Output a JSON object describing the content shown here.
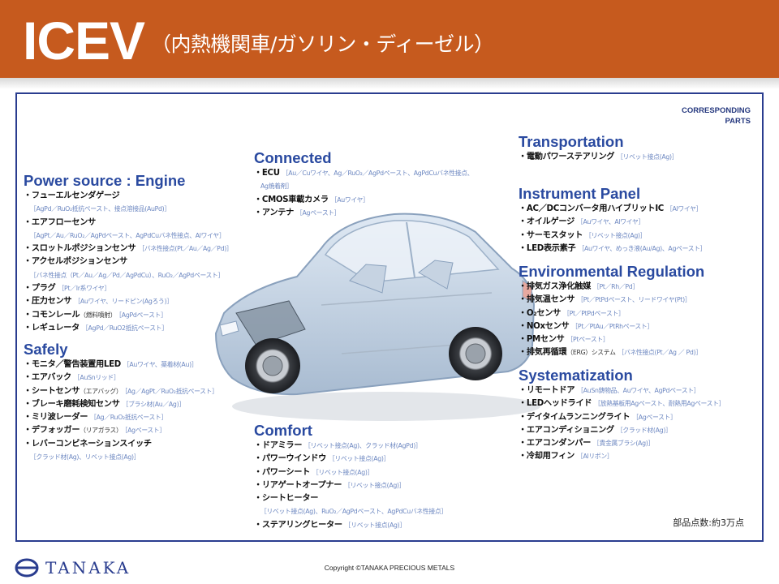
{
  "header": {
    "title_main": "ICEV",
    "title_sub": "（内熱機関車/ガソリン・ディーゼル）"
  },
  "corresponding_parts": [
    "CORRESPONDING",
    "PARTS"
  ],
  "sections": {
    "power": {
      "title": "Power source : Engine",
      "items": [
        {
          "item": "・フューエルセンダゲージ",
          "note": ""
        },
        {
          "sub": "［AgPd／RuO₂抵抗ペースト、接点溶接品(AuPd)］"
        },
        {
          "item": "・エアフローセンサ",
          "note": ""
        },
        {
          "sub": "［AgPt／Au／RuO₂／AgPdペースト、AgPdCuバネ性接点、Alワイヤ］"
        },
        {
          "item": "・スロットルポジションセンサ",
          "note": "［バネ性接点(Pt／Au／Ag／Pd)］"
        },
        {
          "item": "・アクセルポジションセンサ",
          "note": ""
        },
        {
          "sub": "［バネ性接点（Pt／Au／Ag／Pd／AgPdCu）、RuO₂／AgPdペースト］"
        },
        {
          "item": "・プラグ",
          "note": "［Pt／Ir系ワイヤ］"
        },
        {
          "item": "・圧力センサ",
          "note": "［Auワイヤ、リードピン(Agろう)］"
        },
        {
          "item": "・コモンレール",
          "pn": "（燃料噴射）",
          "note": "［AgPdペースト］"
        },
        {
          "item": "・レギュレータ",
          "note": "［AgPd／RuO2抵抗ペースト］"
        }
      ]
    },
    "safely": {
      "title": "Safely",
      "items": [
        {
          "item": "・モニタ／警告装置用LED",
          "note": "［Auワイヤ、薬着材(Au)］"
        },
        {
          "item": "・エアバック",
          "note": "［AuSnリッド］"
        },
        {
          "item": "・シートセンサ",
          "pn": "（エアバッグ）",
          "note": "［Ag／AgPt／RuO₂抵抗ペースト］"
        },
        {
          "item": "・ブレーキ磨耗検知センサ",
          "note": "［ブラシ材(Au／Ag)］"
        },
        {
          "item": "・ミリ波レーダー",
          "note": "［Ag／RuO₂抵抗ペースト］"
        },
        {
          "item": "・デフォッガー",
          "pn": "（リアガラス）",
          "note": "［Agペースト］"
        },
        {
          "item": "・レバーコンビネーションスイッチ",
          "note": ""
        },
        {
          "sub": "［クラッド材(Ag)、リベット接点(Ag)］"
        }
      ]
    },
    "connected": {
      "title": "Connected",
      "items": [
        {
          "item": "・ECU",
          "note": "［Au／Cuワイヤ、Ag／RuO₂／AgPdペースト、AgPdCuバネ性接点、"
        },
        {
          "sub": "Ag焼着剤］"
        },
        {
          "item": "・CMOS車載カメラ",
          "note": "［Auワイヤ］"
        },
        {
          "item": "・アンテナ",
          "note": "［Agペースト］"
        }
      ]
    },
    "comfort": {
      "title": "Comfort",
      "items": [
        {
          "item": "・ドアミラー",
          "note": "［リベット接点(Ag)、クラッド材(AgPd)］"
        },
        {
          "item": "・パワーウインドウ",
          "note": "［リベット接点(Ag)］"
        },
        {
          "item": "・パワーシート",
          "note": "［リベット接点(Ag)］"
        },
        {
          "item": "・リアゲートオープナー",
          "note": "［リベット接点(Ag)］"
        },
        {
          "item": "・シートヒーター",
          "note": ""
        },
        {
          "sub": "［リベット接点(Ag)、RuO₂／AgPdペースト、AgPdCuバネ性接点］"
        },
        {
          "item": "・ステアリングヒーター",
          "note": "［リベット接点(Ag)］"
        }
      ]
    },
    "transportation": {
      "title": "Transportation",
      "items": [
        {
          "item": "・電動パワーステアリング",
          "note": "［リベット接点(Ag)］"
        }
      ]
    },
    "instrument": {
      "title": "Instrument Panel",
      "items": [
        {
          "item": "・AC／DCコンバータ用ハイブリットIC",
          "note": "［Alワイヤ］"
        },
        {
          "item": "・オイルゲージ",
          "note": "［Auワイヤ、Alワイヤ］"
        },
        {
          "item": "・サーモスタット",
          "note": "［リベット接点(Ag)］"
        },
        {
          "item": "・LED表示素子",
          "note": "［Auワイヤ、めっき液(Au/Ag)、Agペースト］"
        }
      ]
    },
    "environmental": {
      "title": "Environmental Regulation",
      "items": [
        {
          "item": "・排気ガス浄化触媒",
          "note": "［Pt／Rh／Pd］"
        },
        {
          "item": "・排気温センサ",
          "note": "［Pt／PtPdペースト、リードワイヤ(Pt)］"
        },
        {
          "item": "・O₂センサ",
          "note": "［Pt／PtPdペースト］"
        },
        {
          "item": "・NOxセンサ",
          "note": "［Pt／PtAu／PtRhペースト］"
        },
        {
          "item": "・PMセンサ",
          "note": "［Ptペースト］"
        },
        {
          "item": "・排気再循環",
          "pn": "（ERG）システム",
          "note": "［バネ性接点(Pt／Ag ／ Pd)］"
        }
      ]
    },
    "systematization": {
      "title": "Systematization",
      "items": [
        {
          "item": "・リモートドア",
          "note": "［AuSn鋳物品、Auワイヤ、AgPdペースト］"
        },
        {
          "item": "・LEDヘッドライド",
          "note": "［放熱基板用Agペースト、耐熱用Agペースト］"
        },
        {
          "item": "・デイタイムランニングライト",
          "note": "［Agペースト］"
        },
        {
          "item": "・エアコンディショニング",
          "note": "［クラッド材(Ag)］"
        },
        {
          "item": "・エアコンダンパー",
          "note": "［貴金属ブラシ(Ag)］"
        },
        {
          "item": "・冷却用フィン",
          "note": "［Alリボン］"
        }
      ]
    }
  },
  "parts_count": "部品点数:約3万点",
  "footer": {
    "logo_text": "TANAKA",
    "copyright": "Copyright ©TANAKA PRECIOUS METALS"
  },
  "colors": {
    "header_bg": "#c65a1e",
    "section_title": "#2a4aa0",
    "note_text": "#6b86c0",
    "frame_border": "#2a3d8f"
  }
}
